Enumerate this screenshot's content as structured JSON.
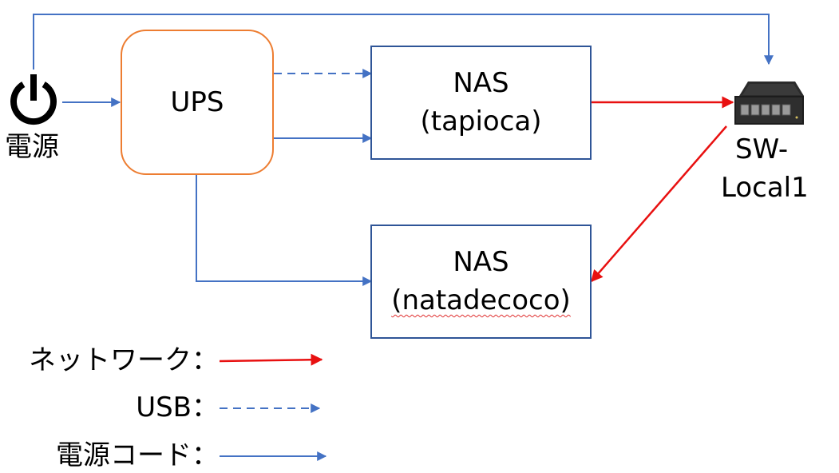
{
  "power": {
    "label": "電源"
  },
  "ups": {
    "label": "UPS"
  },
  "nas_tapioca": {
    "line1": "NAS",
    "line2": "(tapioca)"
  },
  "nas_natadecoco": {
    "line1": "NAS",
    "line2": "(natadecoco)"
  },
  "switch": {
    "line1": "SW-",
    "line2": "Local1"
  },
  "legend": {
    "network": "ネットワーク：",
    "usb": "USB：",
    "power_cord": "電源コード："
  },
  "colors": {
    "network": "#e81010",
    "usb": "#4472c4",
    "power_cord": "#4472c4",
    "ups_border": "#ed7d31",
    "nas_border": "#2f5597"
  },
  "icons": {
    "power": "power-icon",
    "switch": "network-switch-icon"
  }
}
